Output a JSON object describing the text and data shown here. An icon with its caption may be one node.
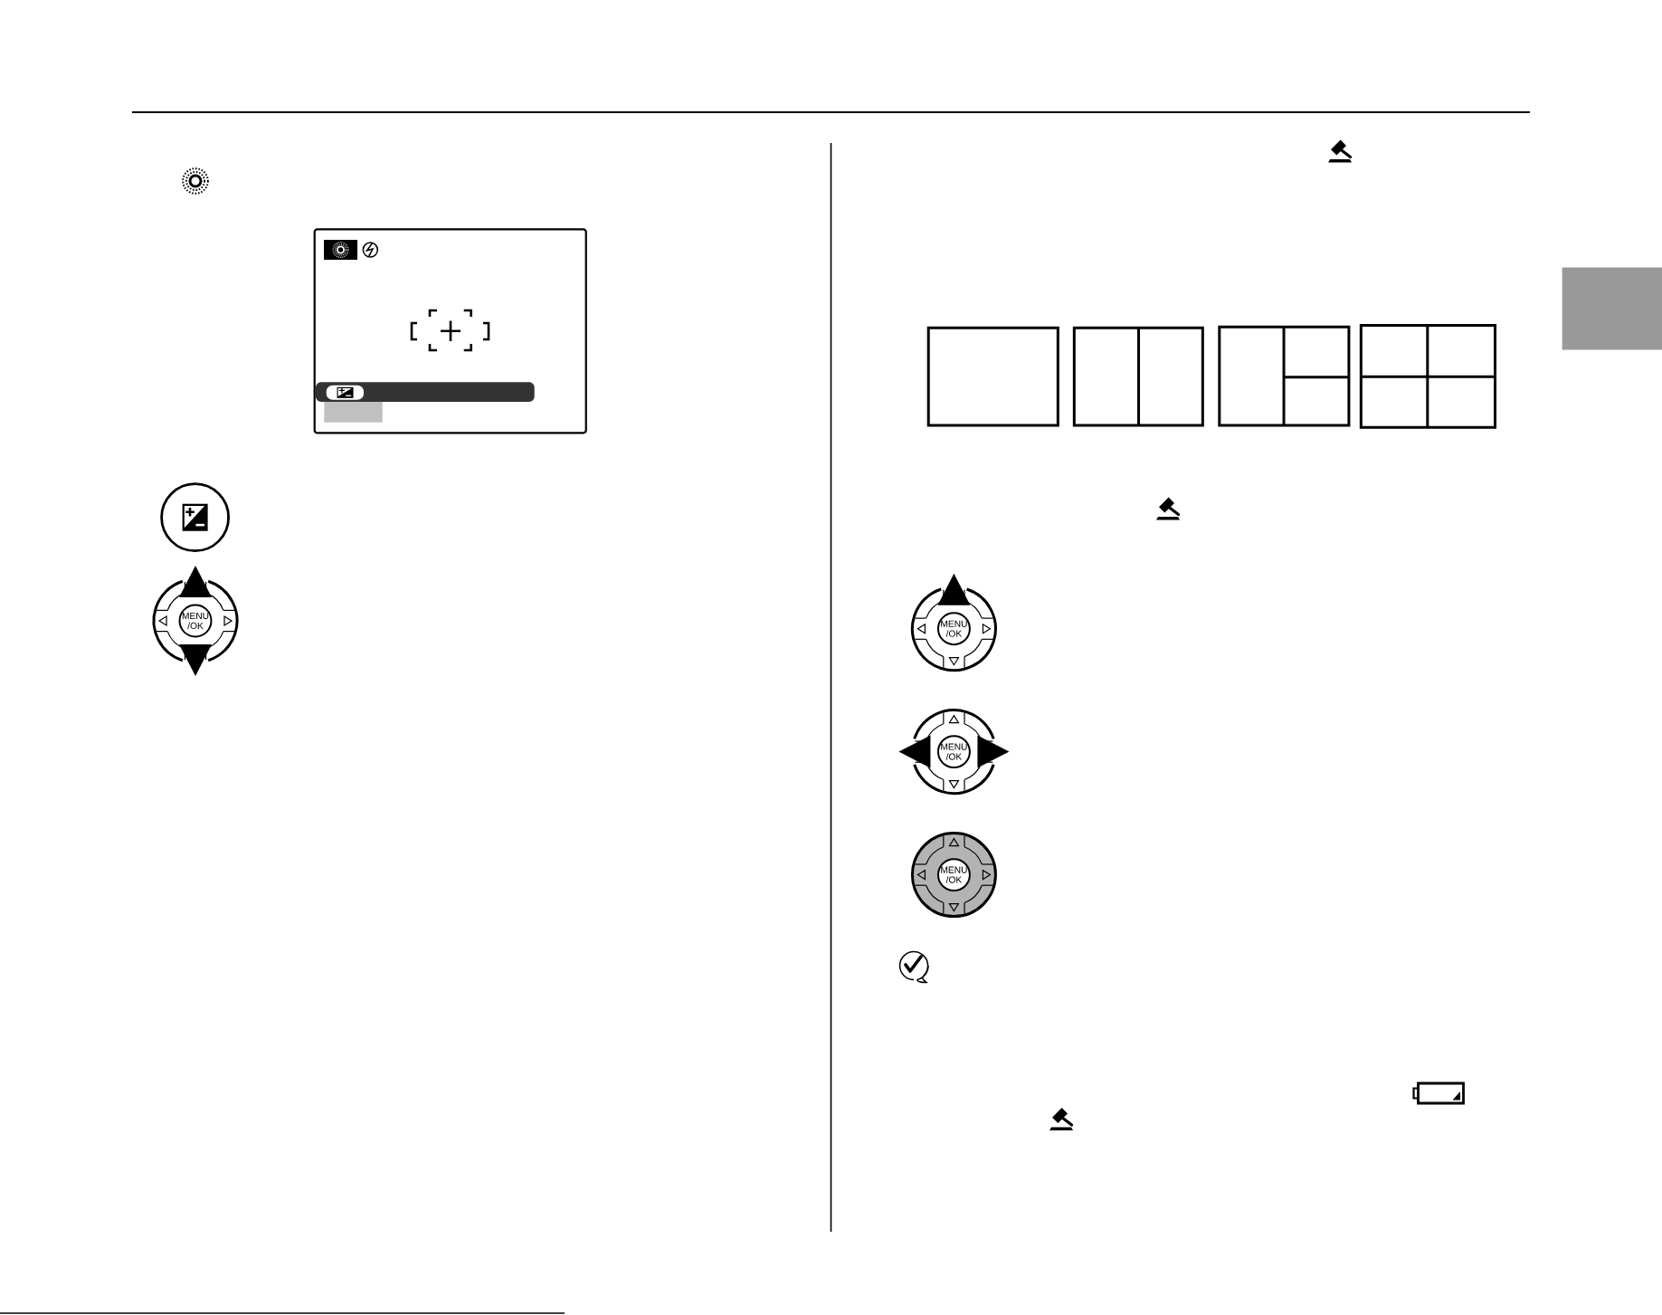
{
  "diagram": {
    "nodes": [
      {
        "text": [
          "MENU /OK"
        ]
      },
      {
        "text": [
          "MENU /OK"
        ]
      },
      {
        "text": [
          "MENU /OK"
        ]
      },
      {
        "text": [
          "MENU /OK"
        ]
      }
    ]
  }
}
